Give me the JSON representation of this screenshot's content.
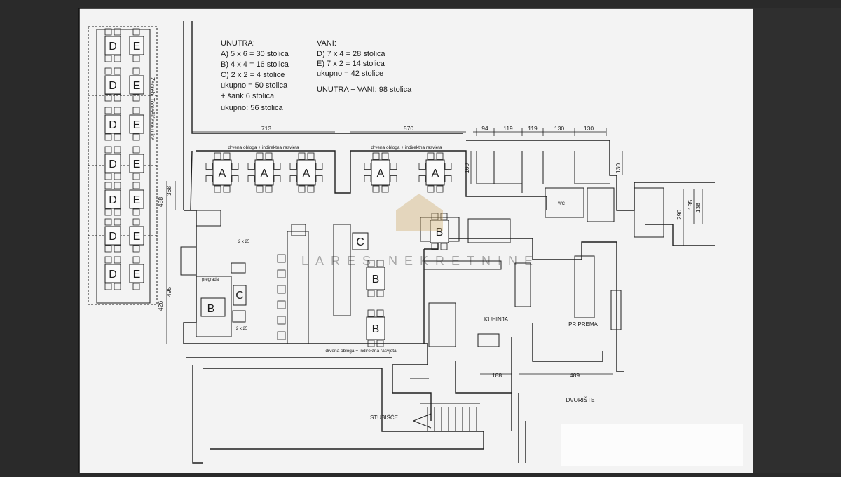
{
  "legend": {
    "inside": {
      "title": "UNUTRA:",
      "lines": [
        "A) 5 x 6 = 30 stolica",
        "B) 4 x 4 = 16 stolica",
        "C) 2 x 2 =  4 stolice",
        "ukupno = 50 stolica",
        "+ šank      6 stolica",
        "ukupno:   56 stolica"
      ]
    },
    "outside": {
      "title": "VANI:",
      "lines": [
        "D) 7 x 4 = 28 stolica",
        "E) 7 x 2 = 14 stolica",
        "ukupno =  42 stolice"
      ]
    },
    "total": "UNUTRA + VANI: 98 stolica"
  },
  "street_label": "Zagreb, Tomašićeva ulica",
  "dimensions": {
    "top": [
      "713",
      "570",
      "94",
      "119",
      "119",
      "130",
      "130"
    ],
    "left": [
      "368",
      "488",
      "495",
      "426"
    ],
    "right": [
      "130",
      "160",
      "290",
      "185",
      "138"
    ],
    "bottom": [
      "188",
      "489"
    ],
    "small": [
      "2 x 25",
      "2 x 25"
    ]
  },
  "wall_notes": [
    "drvena obloga + indirektna rasvjeta",
    "drvena obloga + indirektna rasvjeta",
    "drvena obloga + indirektna rasvjeta"
  ],
  "rooms": {
    "kitchen": "KUHINJA",
    "prep": "PRIPREMA",
    "courtyard": "DVORIŠTE",
    "stairs": "STUBIŠĆE",
    "partition": "pregrada",
    "wc": "WC"
  },
  "tables": {
    "inside_a": [
      "A",
      "A",
      "A",
      "A",
      "A"
    ],
    "inside_b": [
      "B",
      "B",
      "B",
      "B"
    ],
    "inside_c": [
      "C",
      "C"
    ],
    "outside_d": [
      "D",
      "D",
      "D",
      "D",
      "D",
      "D",
      "D"
    ],
    "outside_e": [
      "E",
      "E",
      "E",
      "E",
      "E",
      "E",
      "E"
    ]
  },
  "watermark": "LARES NEKRETNINE",
  "colors": {
    "paper": "#f3f3f3",
    "line": "#1e1e1e",
    "frame": "#2a2a2a"
  }
}
